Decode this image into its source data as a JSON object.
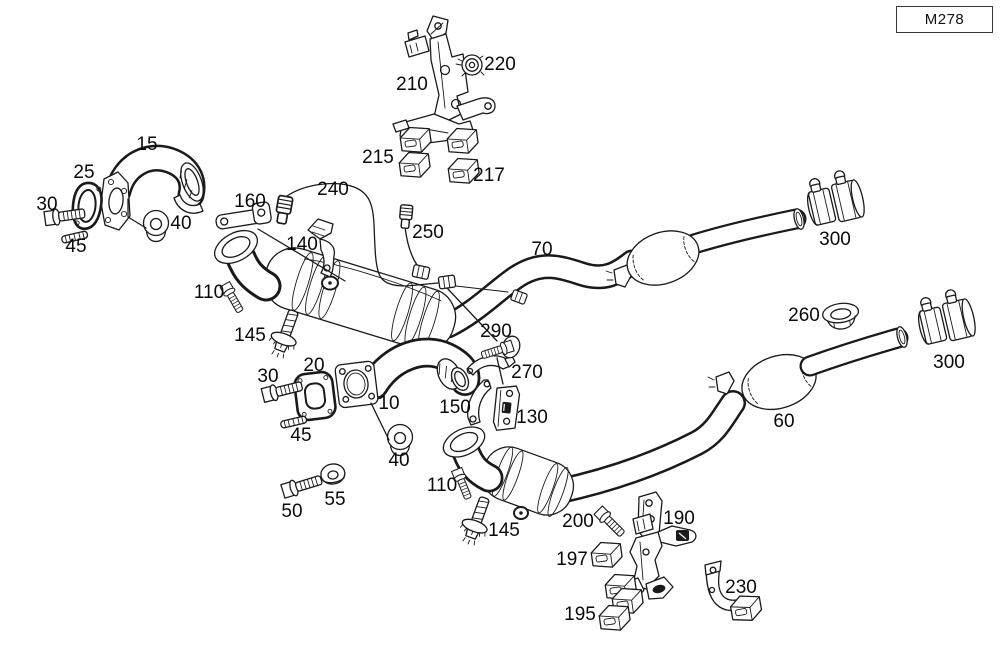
{
  "header": {
    "engine_code": "M278"
  },
  "diagram": {
    "background": "#ffffff",
    "line_color": "#1a1a1a",
    "callouts": [
      {
        "part": "210",
        "text": "210"
      },
      {
        "part": "220",
        "text": "220"
      },
      {
        "part": "215",
        "text": "215"
      },
      {
        "part": "217",
        "text": "217"
      },
      {
        "part": "15",
        "text": "15"
      },
      {
        "part": "25",
        "text": "25"
      },
      {
        "part": "30-upper",
        "text": "30"
      },
      {
        "part": "45-upper",
        "text": "45"
      },
      {
        "part": "40-upper",
        "text": "40"
      },
      {
        "part": "160",
        "text": "160"
      },
      {
        "part": "240",
        "text": "240"
      },
      {
        "part": "140",
        "text": "140"
      },
      {
        "part": "250",
        "text": "250"
      },
      {
        "part": "70",
        "text": "70"
      },
      {
        "part": "300-upper",
        "text": "300"
      },
      {
        "part": "110-upper",
        "text": "110"
      },
      {
        "part": "145-upper",
        "text": "145"
      },
      {
        "part": "290",
        "text": "290"
      },
      {
        "part": "270",
        "text": "270"
      },
      {
        "part": "130",
        "text": "130"
      },
      {
        "part": "20",
        "text": "20"
      },
      {
        "part": "30-lower",
        "text": "30"
      },
      {
        "part": "45-lower",
        "text": "45"
      },
      {
        "part": "10",
        "text": "10"
      },
      {
        "part": "150",
        "text": "150"
      },
      {
        "part": "40-lower",
        "text": "40"
      },
      {
        "part": "50",
        "text": "50"
      },
      {
        "part": "55",
        "text": "55"
      },
      {
        "part": "110-lower",
        "text": "110"
      },
      {
        "part": "145-lower",
        "text": "145"
      },
      {
        "part": "200",
        "text": "200"
      },
      {
        "part": "190",
        "text": "190"
      },
      {
        "part": "197",
        "text": "197"
      },
      {
        "part": "195",
        "text": "195"
      },
      {
        "part": "230",
        "text": "230"
      },
      {
        "part": "260",
        "text": "260"
      },
      {
        "part": "300-lower",
        "text": "300"
      },
      {
        "part": "60",
        "text": "60"
      }
    ]
  }
}
